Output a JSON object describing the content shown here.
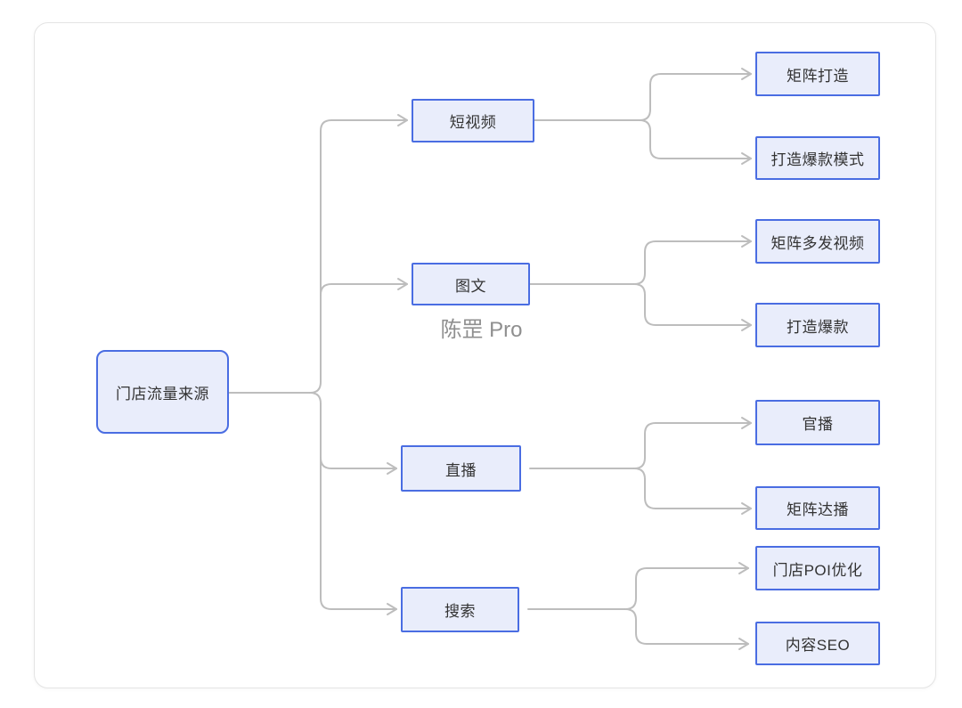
{
  "diagram": {
    "root": {
      "label": "门店流量来源"
    },
    "branches": [
      {
        "label": "短视频",
        "children": [
          {
            "label": "矩阵打造"
          },
          {
            "label": "打造爆款模式"
          }
        ]
      },
      {
        "label": "图文",
        "children": [
          {
            "label": "矩阵多发视频"
          },
          {
            "label": "打造爆款"
          }
        ]
      },
      {
        "label": "直播",
        "children": [
          {
            "label": "官播"
          },
          {
            "label": "矩阵达播"
          }
        ]
      },
      {
        "label": "搜索",
        "children": [
          {
            "label": "门店POI优化"
          },
          {
            "label": "内容SEO"
          }
        ]
      }
    ],
    "watermark": "陈罡 Pro",
    "colors": {
      "node_border": "#4a6de2",
      "node_fill": "#e9edfb",
      "line": "#bdbdbd",
      "text": "#333333",
      "watermark": "#8f8f8f"
    }
  }
}
